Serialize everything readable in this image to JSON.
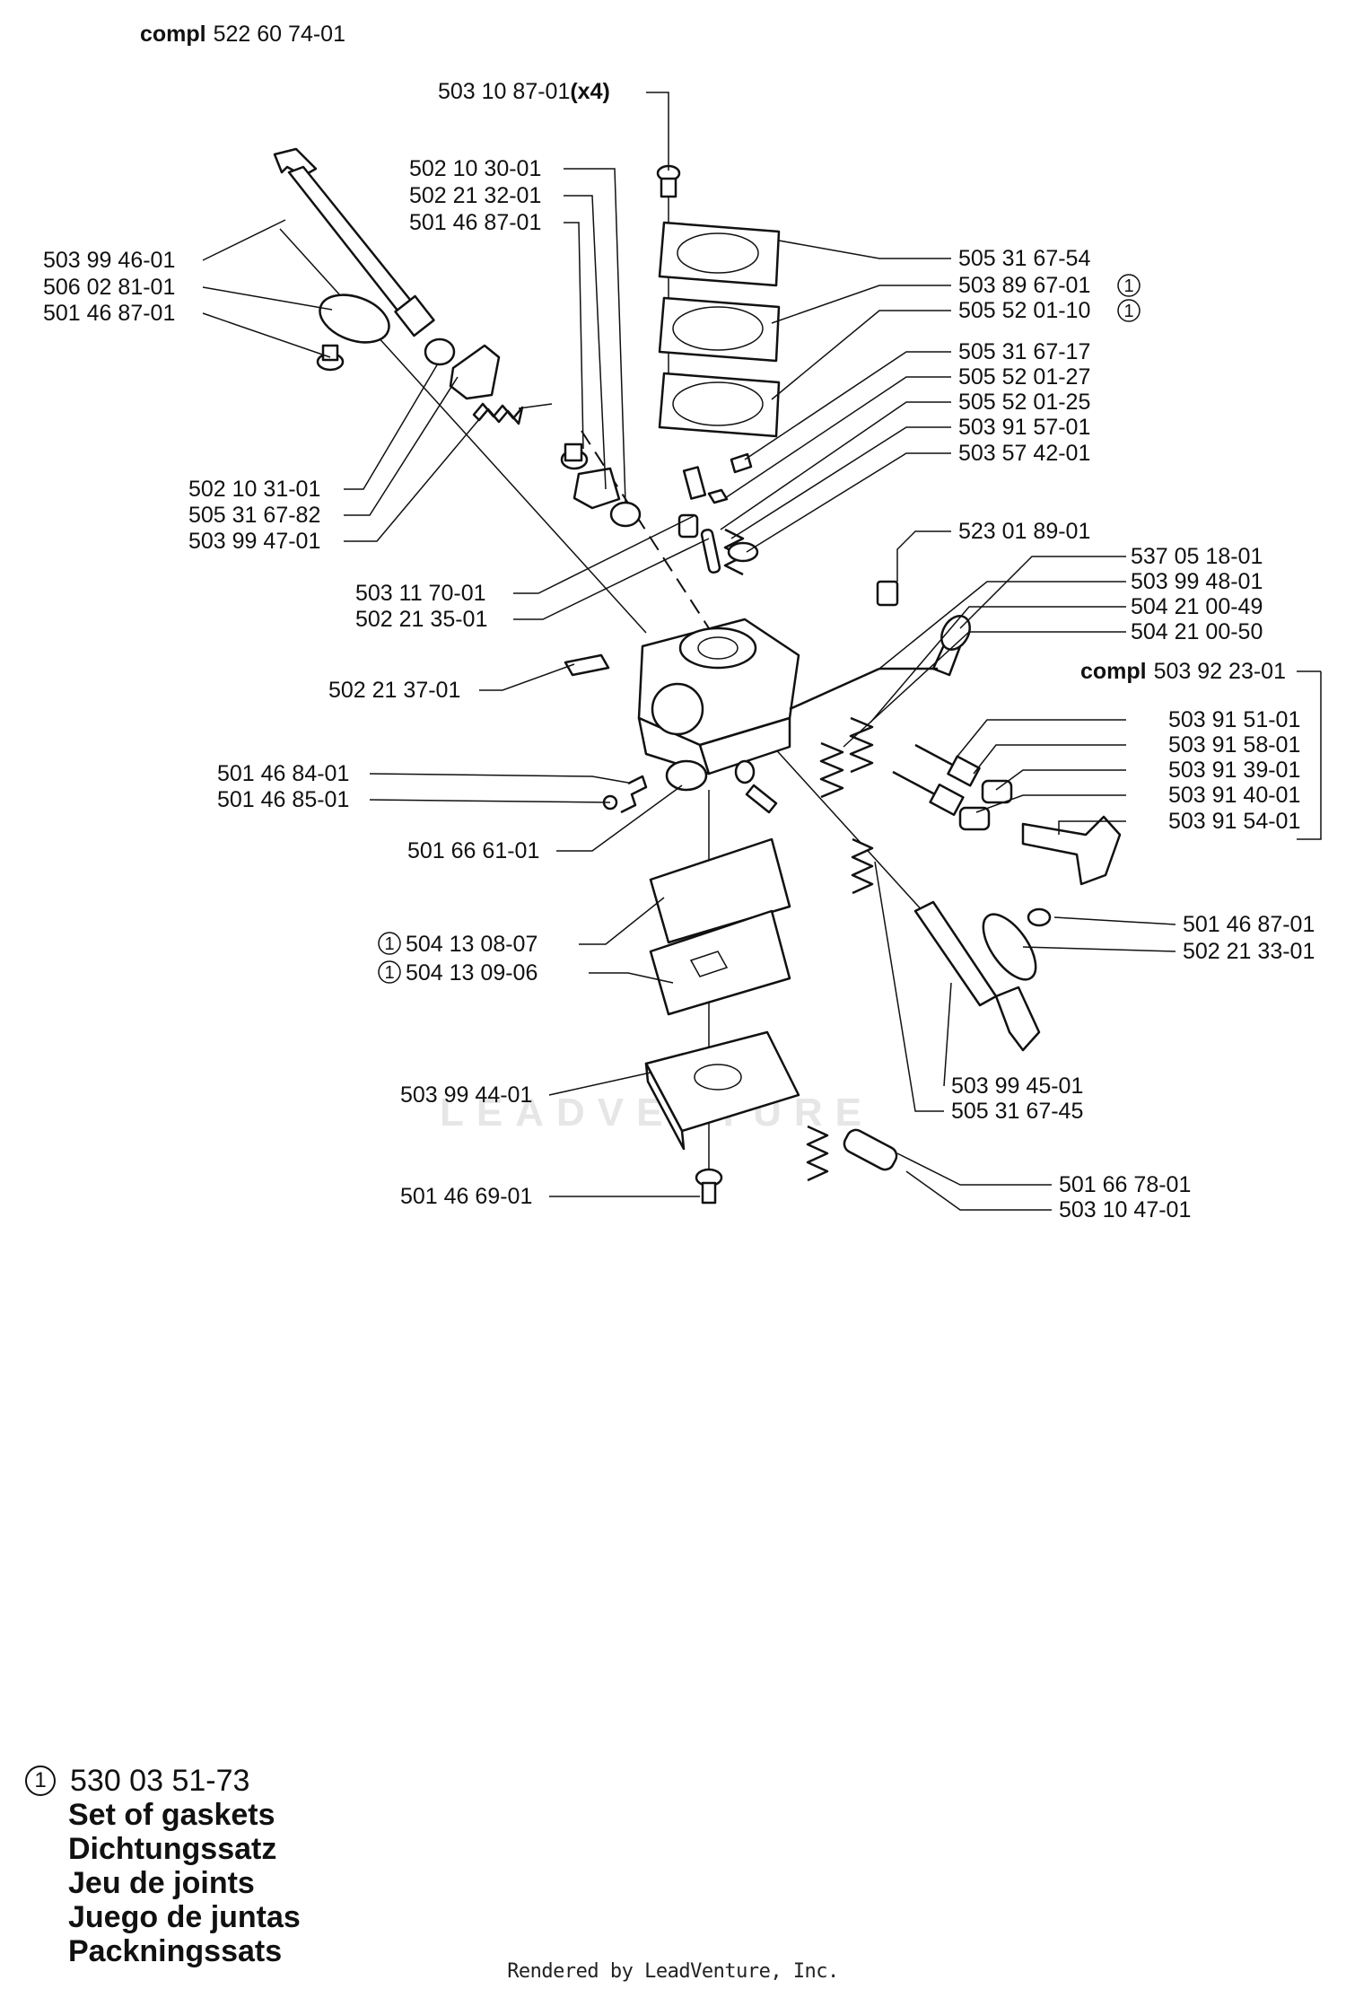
{
  "header": {
    "compl_word": "compl",
    "compl_number": "522 60 74-01"
  },
  "sub_assembly": {
    "compl_word": "compl",
    "compl_number": "503 92 23-01"
  },
  "screw_top": {
    "number": "503 10 87-01",
    "qty": "(x4)"
  },
  "labels_left": [
    "502 10 30-01",
    "502 21 32-01",
    "501 46 87-01",
    "503 99 46-01",
    "506 02 81-01",
    "501 46 87-01",
    "502 10 31-01",
    "505 31 67-82",
    "503 99 47-01",
    "503 11 70-01",
    "502 21 35-01",
    "502 21 37-01",
    "501 46 84-01",
    "501 46 85-01",
    "501 66 61-01",
    "504 13 08-07",
    "504 13 09-06",
    "503 99 44-01",
    "501 46 69-01"
  ],
  "labels_right": [
    "505 31 67-54",
    "503 89 67-01",
    "505 52 01-10",
    "505 31 67-17",
    "505 52 01-27",
    "505 52 01-25",
    "503 91 57-01",
    "503 57 42-01",
    "523 01 89-01",
    "537 05 18-01",
    "503 99 48-01",
    "504 21 00-49",
    "504 21 00-50",
    "503 91 51-01",
    "503 91 58-01",
    "503 91 39-01",
    "503 91 40-01",
    "503 91 54-01",
    "501 46 87-01",
    "502 21 33-01",
    "503 99 45-01",
    "505 31 67-45",
    "501 66 78-01",
    "503 10 47-01"
  ],
  "gasket_marker": "1",
  "legend": {
    "marker": "1",
    "number": "530 03 51-73",
    "lines": [
      "Set of gaskets",
      "Dichtungssatz",
      "Jeu de joints",
      "Juego de juntas",
      "Packningssats"
    ]
  },
  "watermark": "LEADVENTURE",
  "footer": "Rendered by LeadVenture, Inc."
}
